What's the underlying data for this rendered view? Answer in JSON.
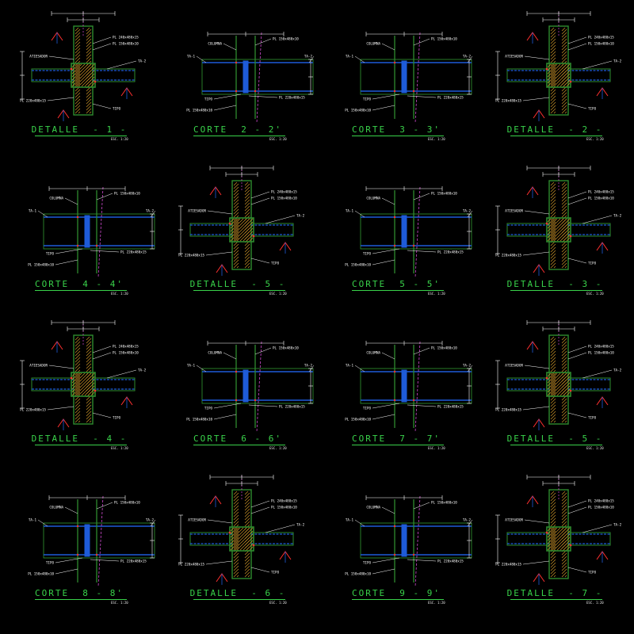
{
  "sheet": {
    "background": "#000000",
    "colors": {
      "column": "#2e8b2e",
      "beam": "#1e5bd8",
      "dimension": "#ffffff",
      "title": "#39d24a",
      "weld": "#ff3030",
      "section_mark": "#ff3030",
      "hatch": "#d49a2a",
      "accent": "#d04ad0"
    },
    "details": [
      {
        "kind": "detail",
        "title": "DETALLE  - 1 -",
        "scale": "ESC. 1:20"
      },
      {
        "kind": "section",
        "title": "CORTE  2 - 2'",
        "scale": "ESC. 1:20"
      },
      {
        "kind": "section",
        "title": "CORTE  3 - 3'",
        "scale": "ESC. 1:20"
      },
      {
        "kind": "detail",
        "title": "DETALLE  - 2 -",
        "scale": "ESC. 1:20"
      },
      {
        "kind": "section",
        "title": "CORTE  4 - 4'",
        "scale": "ESC. 1:20"
      },
      {
        "kind": "detail",
        "title": "DETALLE  - 5 -",
        "scale": "ESC. 1:20"
      },
      {
        "kind": "section",
        "title": "CORTE  5 - 5'",
        "scale": "ESC. 1:20"
      },
      {
        "kind": "detail",
        "title": "DETALLE  - 3 -",
        "scale": "ESC. 1:20"
      },
      {
        "kind": "detail",
        "title": "DETALLE  - 4 -",
        "scale": "ESC. 1:20"
      },
      {
        "kind": "section",
        "title": "CORTE  6 - 6'",
        "scale": "ESC. 1:20"
      },
      {
        "kind": "section",
        "title": "CORTE  7 - 7'",
        "scale": "ESC. 1:20"
      },
      {
        "kind": "detail",
        "title": "DETALLE  - 5 -",
        "scale": "ESC. 1:20"
      },
      {
        "kind": "section",
        "title": "CORTE  8 - 8'",
        "scale": "ESC. 1:20"
      },
      {
        "kind": "detail",
        "title": "DETALLE  - 6 -",
        "scale": "ESC. 1:20"
      },
      {
        "kind": "section",
        "title": "CORTE  9 - 9'",
        "scale": "ESC. 1:20"
      },
      {
        "kind": "detail",
        "title": "DETALLE  - 7 -",
        "scale": "ESC. 1:20"
      }
    ],
    "labels": {
      "column": "COLUMNA",
      "stiffener": "ATIESADOR",
      "plate_a": "PL 240x480x15",
      "plate_b": "PL 150x480x10",
      "plate_c": "PL 220x480x15",
      "weld_type": "TIPO",
      "beam_tag_1": "TA-1",
      "beam_tag_2": "TA-2"
    }
  }
}
